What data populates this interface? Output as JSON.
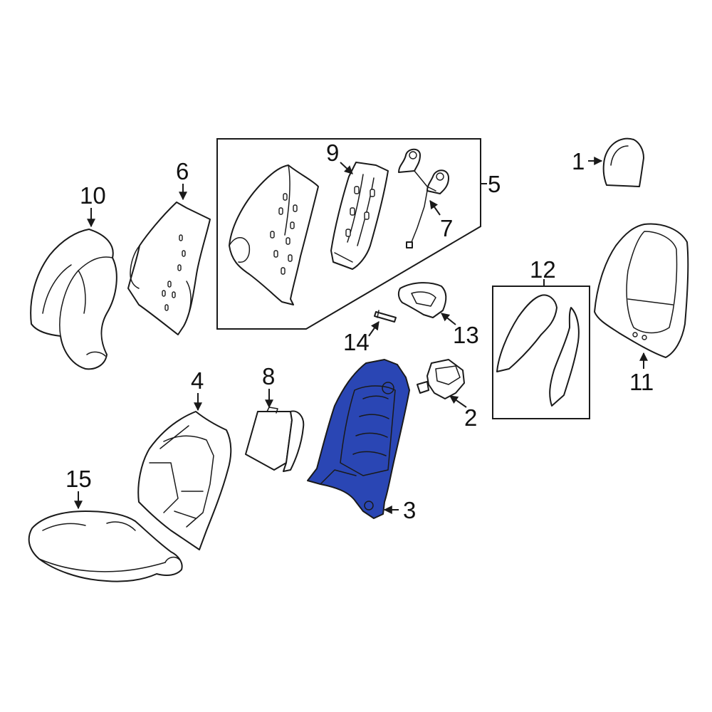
{
  "diagram": {
    "highlight_color": "#2a46b4",
    "outline_color": "#1a1a1a",
    "background_color": "#ffffff",
    "callouts": [
      {
        "id": "1",
        "label": "1"
      },
      {
        "id": "2",
        "label": "2"
      },
      {
        "id": "3",
        "label": "3"
      },
      {
        "id": "4",
        "label": "4"
      },
      {
        "id": "5",
        "label": "5"
      },
      {
        "id": "6",
        "label": "6"
      },
      {
        "id": "7",
        "label": "7"
      },
      {
        "id": "8",
        "label": "8"
      },
      {
        "id": "9",
        "label": "9"
      },
      {
        "id": "10",
        "label": "10"
      },
      {
        "id": "11",
        "label": "11"
      },
      {
        "id": "12",
        "label": "12"
      },
      {
        "id": "13",
        "label": "13"
      },
      {
        "id": "14",
        "label": "14"
      },
      {
        "id": "15",
        "label": "15"
      }
    ]
  }
}
